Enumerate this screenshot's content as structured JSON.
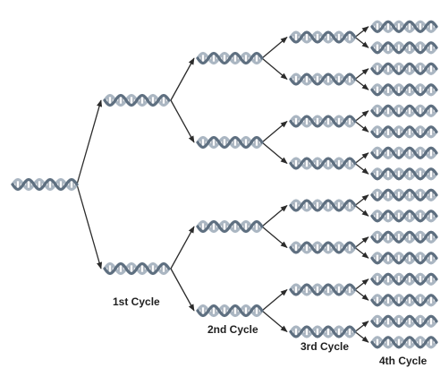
{
  "diagram": {
    "cycle_labels": [
      "1st Cycle",
      "2nd Cycle",
      "3rd Cycle",
      "4th Cycle"
    ],
    "colors": {
      "backbone": "#5e6f80",
      "backbone_light": "#aab6c2",
      "rungs": "#6d7b8a",
      "arrow": "#2b2b2b",
      "label": "#1f1f1f"
    },
    "icons": [
      "dna-double-helix-icon",
      "arrow-icon"
    ]
  }
}
